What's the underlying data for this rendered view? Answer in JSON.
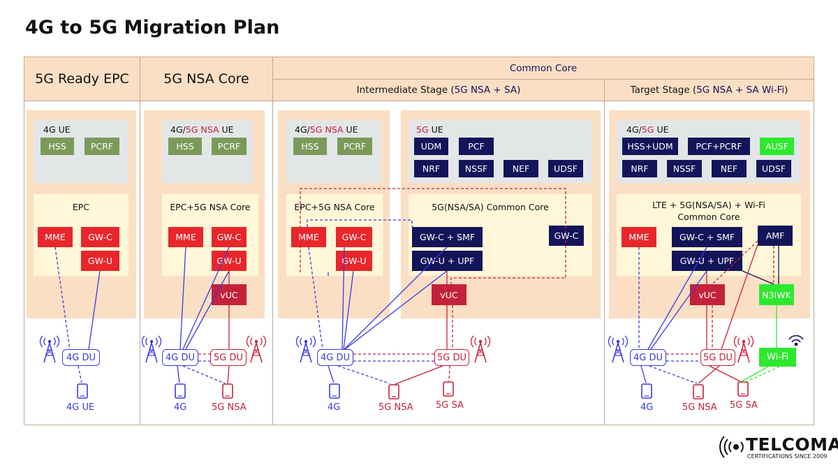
{
  "title": "4G to 5G Migration Plan",
  "headers": {
    "col1": "5G Ready EPC",
    "col2": "5G NSA Core",
    "common": "Common Core",
    "intermediate_prefix": "Intermediate Stage (",
    "intermediate_inner": "5G NSA + SA",
    "intermediate_suffix": ")",
    "target_prefix": "Target Stage (",
    "target_inner": "5G NSA + SA Wi-Fi",
    "target_suffix": ")"
  },
  "col1": {
    "ue_label": "4G UE",
    "hss": "HSS",
    "pcrf": "PCRF",
    "core": "EPC",
    "mme": "MME",
    "gwc": "GW-C",
    "gwu": "GW-U",
    "du": "4G DU",
    "device": "4G UE"
  },
  "col2": {
    "ue_a": "4G/",
    "ue_b": "5G NSA",
    "ue_c": " UE",
    "hss": "HSS",
    "pcrf": "PCRF",
    "core": "EPC+5G NSA Core",
    "mme": "MME",
    "gwc": "GW-C",
    "gwu": "GW-U",
    "vuc": "vUC",
    "du4g": "4G DU",
    "du5g": "5G DU",
    "dev1": "4G",
    "dev2": "5G NSA"
  },
  "col3": {
    "ue_a": "4G/",
    "ue_b": "5G NSA",
    "ue_c": " UE",
    "hss": "HSS",
    "pcrf": "PCRF",
    "core": "EPC+5G NSA Core",
    "mme": "MME",
    "gwc": "GW-C",
    "gwu": "GW-U",
    "ue5g_a": "5G",
    "ue5g_b": " UE",
    "udm": "UDM",
    "pcf": "PCF",
    "nrf": "NRF",
    "nssf": "NSSF",
    "nef": "NEF",
    "udsf": "UDSF",
    "common_core": "5G(NSA/SA) Common Core",
    "gwc_smf": "GW-C + SMF",
    "gwu_upf": "GW-U + UPF",
    "gwc2": "GW-C",
    "vuc": "vUC",
    "du4g": "4G DU",
    "du5g": "5G DU",
    "dev1": "4G",
    "dev2": "5G NSA",
    "dev3": "5G SA"
  },
  "col4": {
    "ue_a": "4G/",
    "ue_b": "5G",
    "ue_c": " UE",
    "hss_udm": "HSS+UDM",
    "pcf_pcrf": "PCF+PCRF",
    "ausf": "AUSF",
    "nrf": "NRF",
    "nssf": "NSSF",
    "nef": "NEF",
    "udsf": "UDSF",
    "core_line1": "LTE + 5G(NSA/SA) + Wi-Fi",
    "core_line2": "Common Core",
    "mme": "MME",
    "gwc_smf": "GW-C + SMF",
    "amf": "AMF",
    "gwu_upf": "GW-U + UPF",
    "vuc": "vUC",
    "n3iwk": "N3IWK",
    "du4g": "4G DU",
    "du5g": "5G DU",
    "wifi": "Wi-Fi",
    "dev1": "4G",
    "dev2": "5G NSA",
    "dev3": "5G SA"
  },
  "logo": {
    "name": "TELCOMA",
    "tagline": "CERTIFICATIONS SINCE 2009"
  },
  "colors": {
    "blue": "#3a3ae0",
    "crimson": "#c4223a",
    "red": "#e8262b",
    "navy": "#14145a",
    "green": "#7a9a5a",
    "lime": "#2ee82e",
    "peach": "#fbdfc4"
  }
}
